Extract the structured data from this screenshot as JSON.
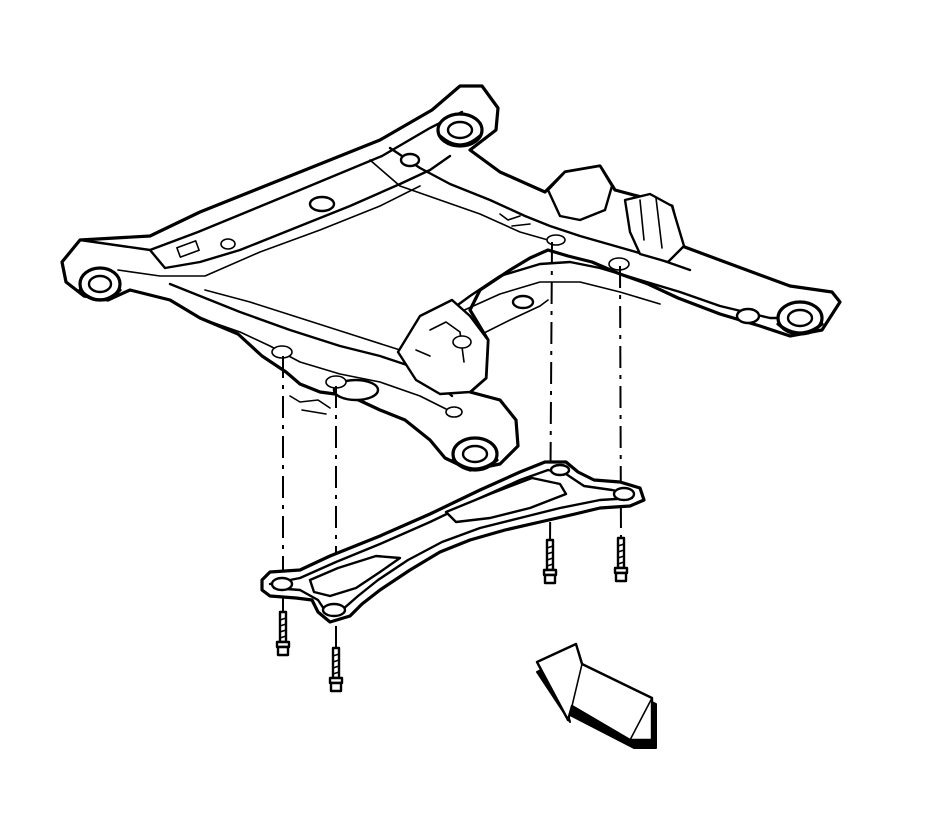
{
  "colors": {
    "line": "#000000",
    "background": "#ffffff",
    "fill": "#ffffff"
  },
  "parts": [
    {
      "id": "subframe",
      "icon": "crossmember-subframe"
    },
    {
      "id": "reinforcement-plate",
      "icon": "gasket-plate"
    },
    {
      "id": "bolts",
      "icon": "bolt",
      "count": 4
    },
    {
      "id": "arrow",
      "icon": "view-direction-arrow"
    }
  ]
}
